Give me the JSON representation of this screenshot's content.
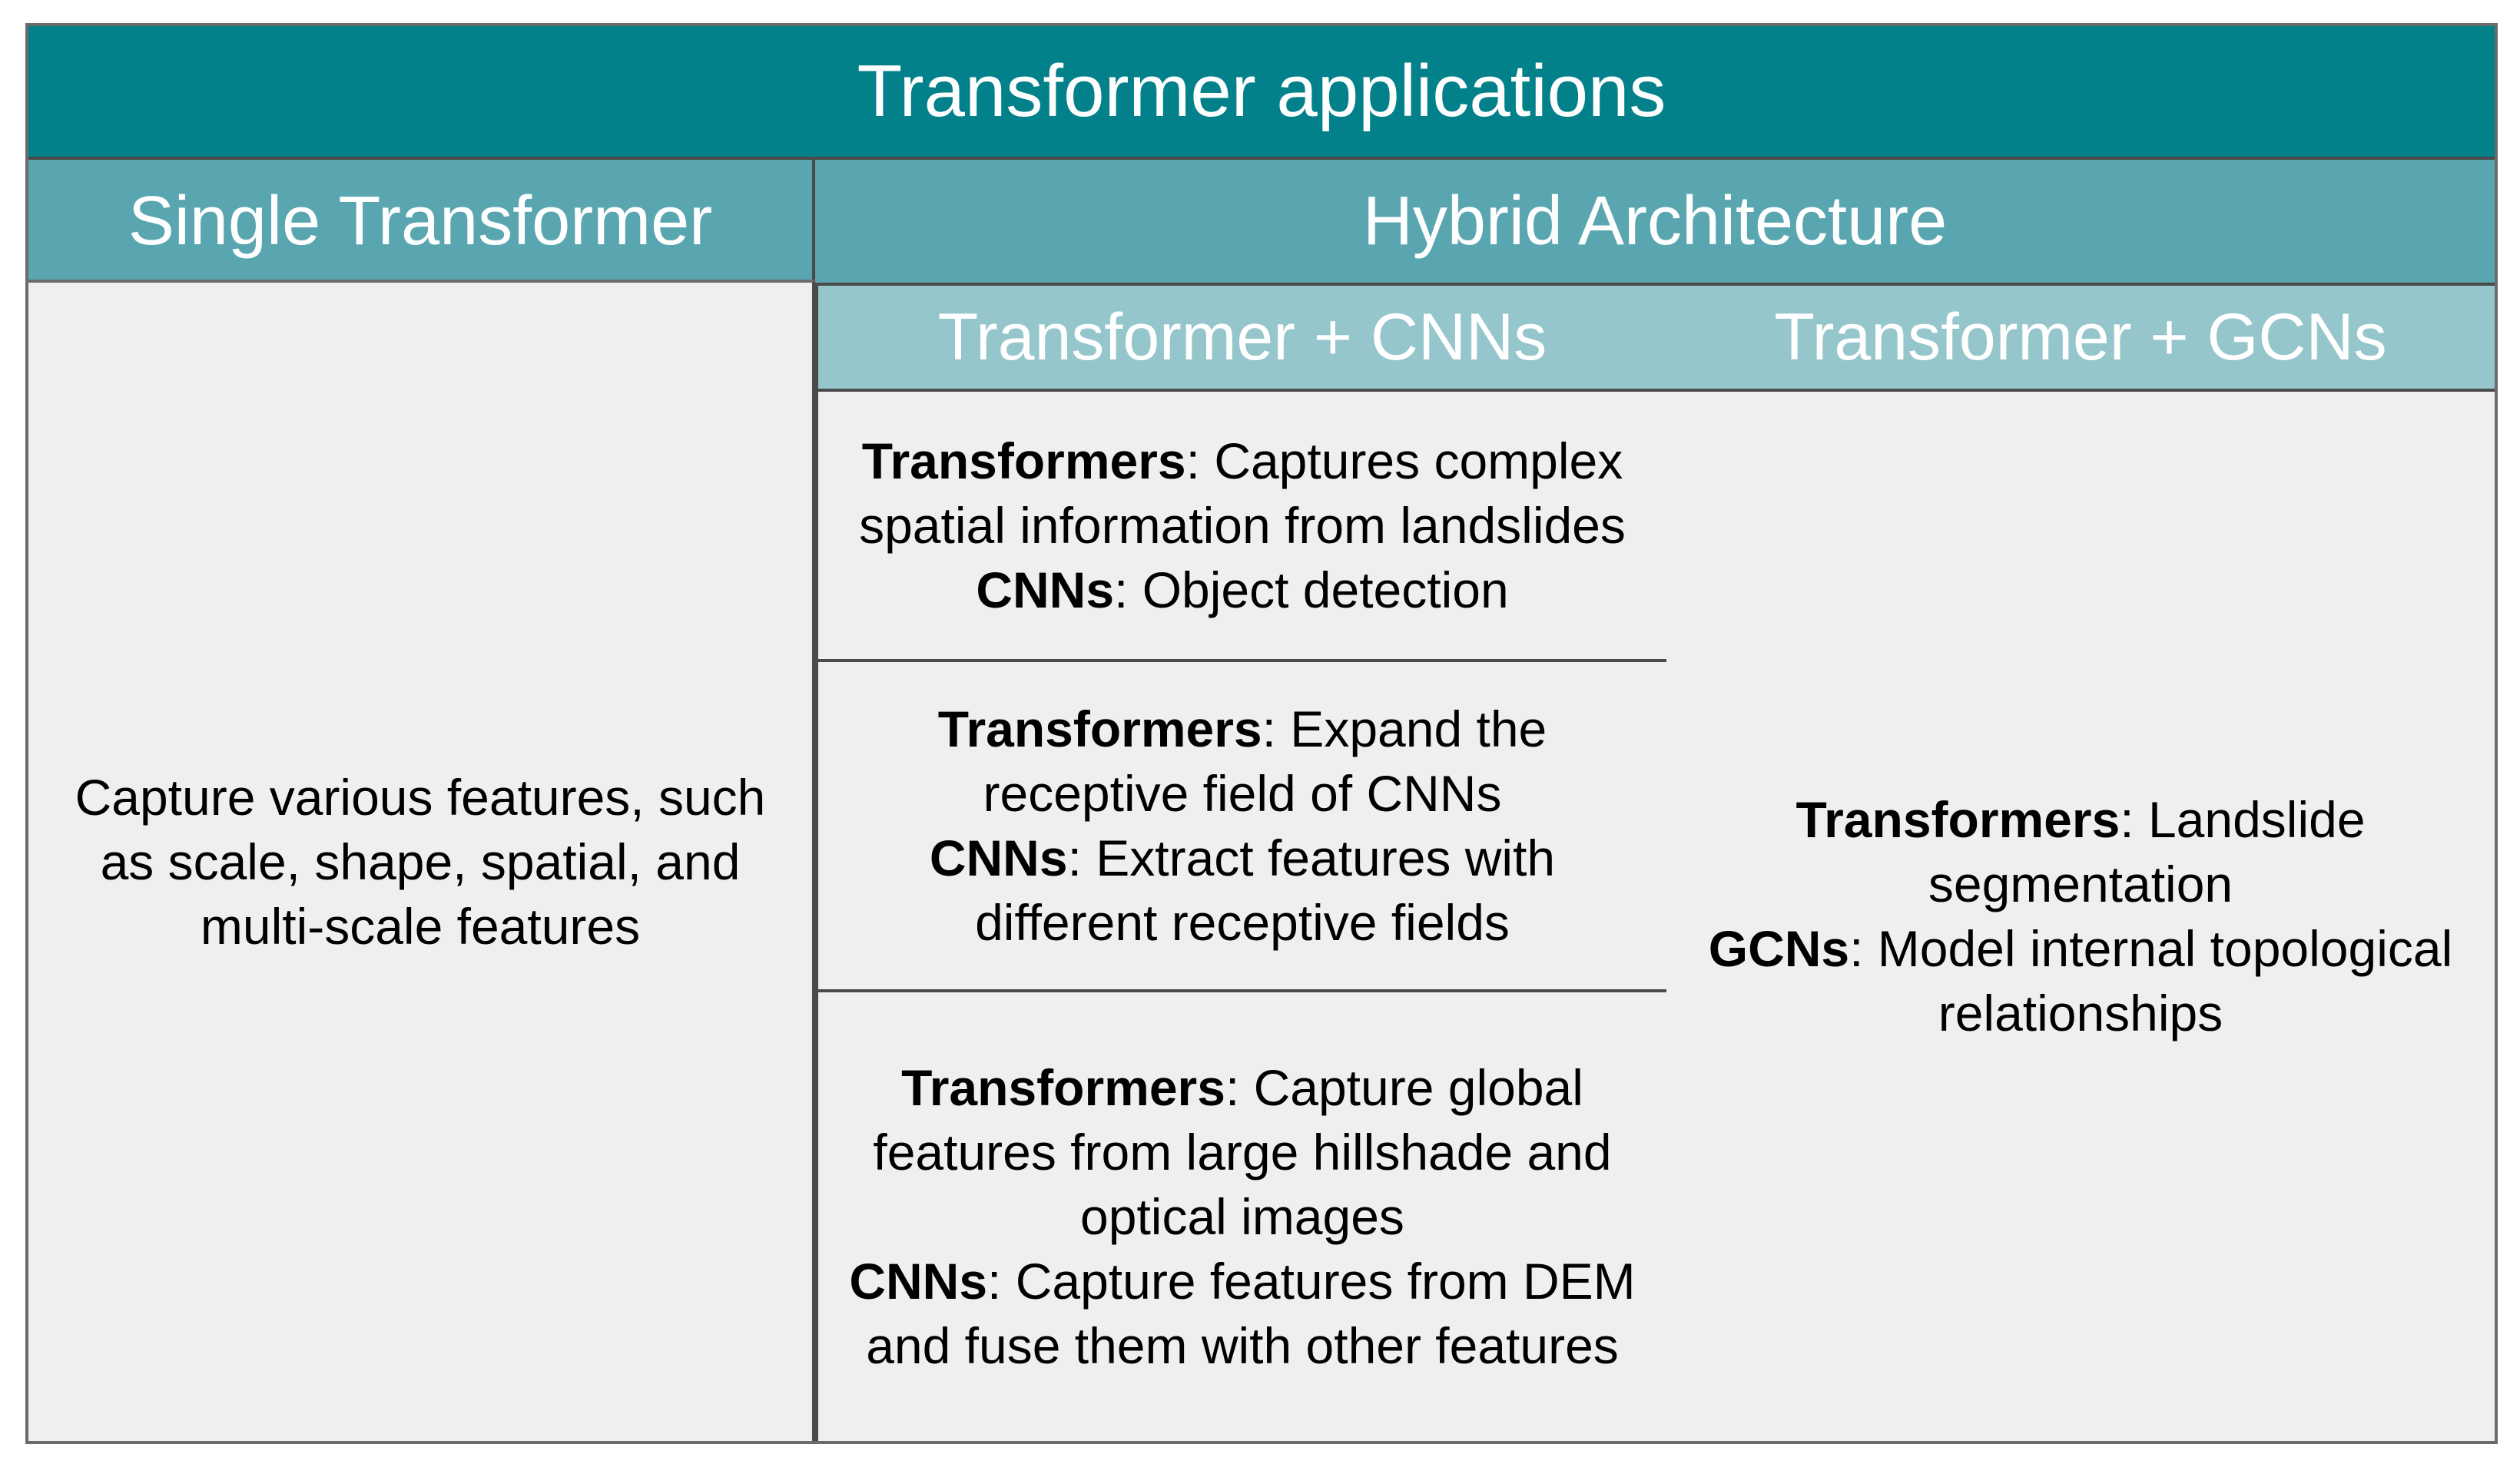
{
  "title": "Transformer applications",
  "columns": {
    "single": {
      "header": "Single Transformer",
      "body": "Capture various features, such as scale, shape, spatial, and multi-scale features"
    },
    "hybrid": {
      "header": "Hybrid Architecture",
      "cnn": {
        "header": "Transformer + CNNs",
        "rows": [
          {
            "lines": [
              {
                "term": "Transformers",
                "text": ": Captures complex spatial information from landslides"
              },
              {
                "term": "CNNs",
                "text": ": Object detection"
              }
            ]
          },
          {
            "lines": [
              {
                "term": "Transformers",
                "text": ": Expand the receptive field of CNNs"
              },
              {
                "term": "CNNs",
                "text": ": Extract features with different receptive fields"
              }
            ]
          },
          {
            "lines": [
              {
                "term": "Transformers",
                "text": ": Capture global features from large hillshade and optical images"
              },
              {
                "term": "CNNs",
                "text": ": Capture features from DEM and fuse them with other features"
              }
            ]
          }
        ]
      },
      "gcn": {
        "header": "Transformer + GCNs",
        "lines": [
          {
            "term": "Transformers",
            "text": ": Landslide segmentation"
          },
          {
            "term": "GCNs",
            "text": ": Model internal topological relationships"
          }
        ]
      }
    }
  },
  "colors": {
    "title_bg": "#03818b",
    "level2_bg": "#5aa6b0",
    "level3_bg": "#95c6cc",
    "cell_bg": "#efefef"
  }
}
